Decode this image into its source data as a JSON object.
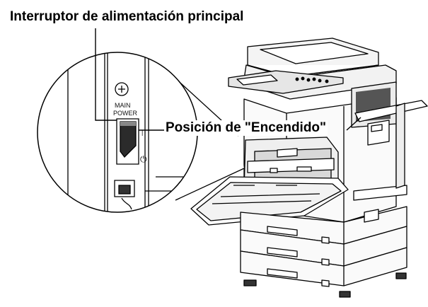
{
  "callouts": {
    "main_switch": "Interruptor de alimentación principal",
    "on_position": "Posición de \"Encendido\""
  },
  "switch_panel": {
    "line1": "MAIN",
    "line2": "POWER",
    "on_mark": "|",
    "power_symbol": "⏻"
  }
}
